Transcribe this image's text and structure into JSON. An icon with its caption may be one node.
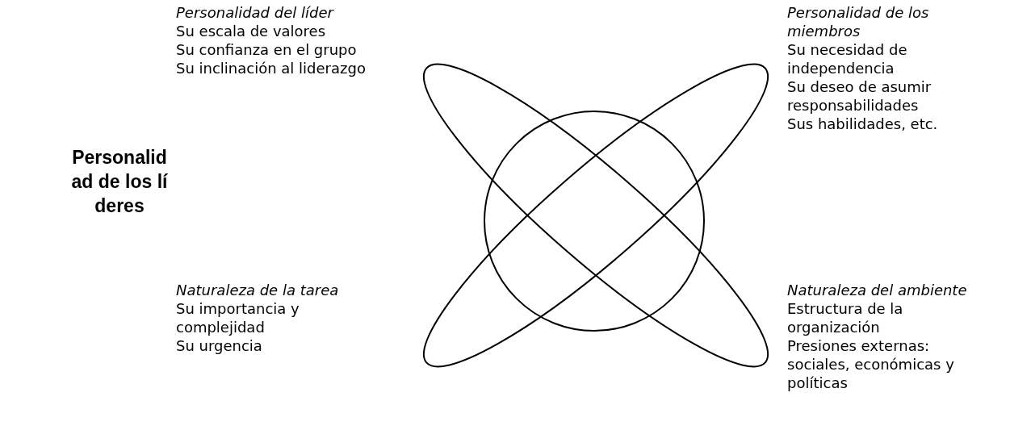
{
  "diagram": {
    "title": "Personalidad de los líderes",
    "labels": [
      "Personalidad del líder",
      "Su escala de valores",
      "Su confianza en el grupo",
      "Su inclinación al liderazgo",
      "Personalidad de los miembros",
      "Su necesidad de independencia",
      "Su deseo de asumir responsabilidades",
      "Sus habilidades, etc.",
      "Naturaleza de la tarea",
      "Su importancia y complejidad",
      "Su urgencia",
      "Naturaleza del ambiente",
      "Estructura de la organización",
      "Presiones externas: sociales, económicas y políticas"
    ]
  }
}
